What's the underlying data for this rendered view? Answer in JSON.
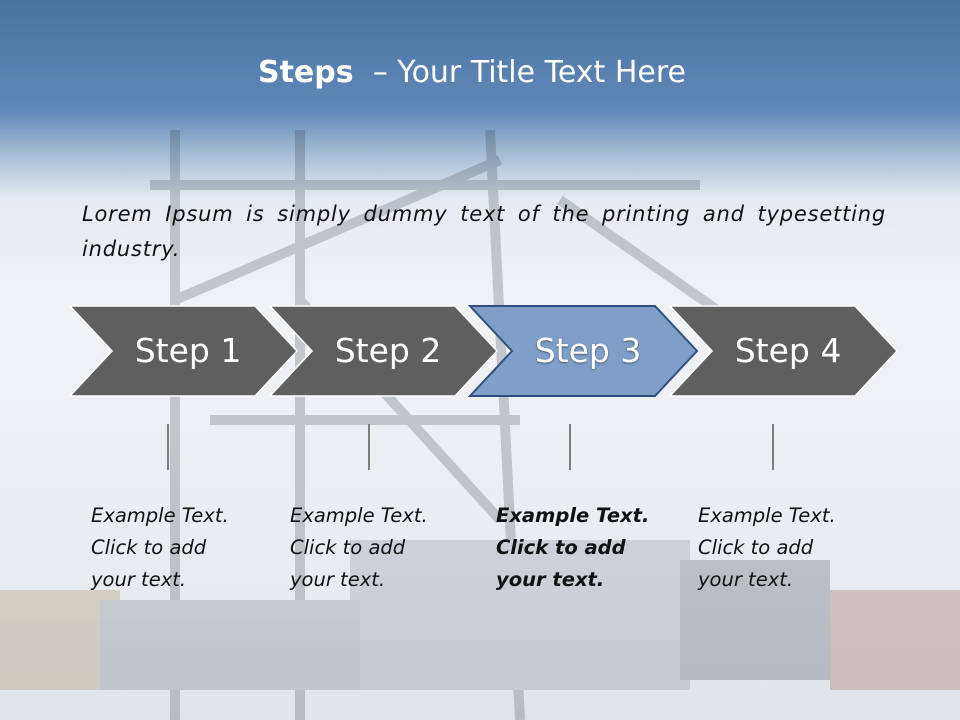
{
  "slide": {
    "title_bold": "Steps",
    "title_rest": "– Your Title Text Here",
    "lead": "Lorem Ipsum is simply dummy text of the printing and typesetting industry."
  },
  "steps": [
    {
      "label": "Step 1",
      "active": false,
      "note": [
        "Example Text.",
        "Click  to add",
        "your text."
      ]
    },
    {
      "label": "Step 2",
      "active": false,
      "note": [
        "Example Text.",
        "Click  to add",
        "your text."
      ]
    },
    {
      "label": "Step 3",
      "active": true,
      "note": [
        "Example Text.",
        "Click  to add",
        "your text."
      ]
    },
    {
      "label": "Step 4",
      "active": false,
      "note": [
        "Example Text.",
        "Click  to add",
        "your text."
      ]
    }
  ],
  "colors": {
    "step_fill": "#5f5f5f",
    "step_active_fill": "#7f9fc9",
    "step_active_stroke": "#2f4f7f",
    "header": "#4a72a1"
  }
}
